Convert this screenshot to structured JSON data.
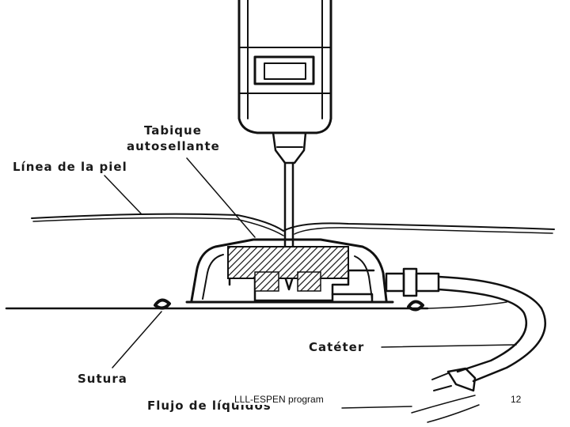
{
  "diagram": {
    "labels": {
      "tabique_line1": "Tabique",
      "tabique_line2": "autosellante",
      "linea_piel": "Línea de la piel",
      "cateter": "Catéter",
      "sutura": "Sutura",
      "flujo": "Flujo de líquidos"
    }
  },
  "footer": {
    "program": "LLL-ESPEN program",
    "slide_number": "12"
  }
}
